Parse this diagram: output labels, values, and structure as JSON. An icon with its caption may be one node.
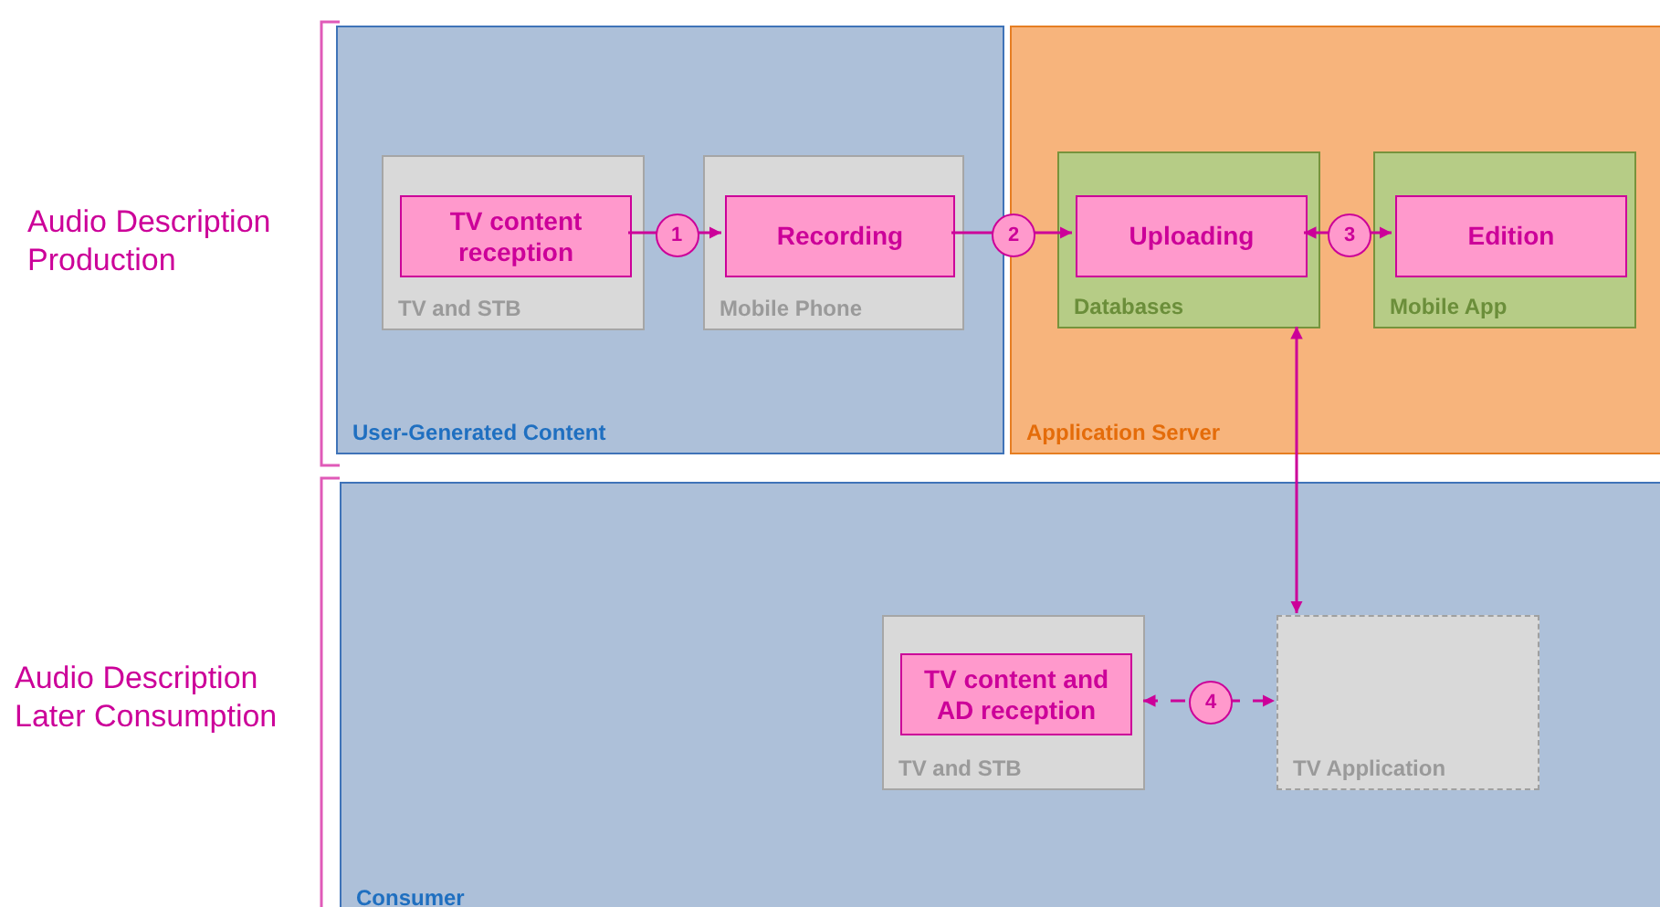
{
  "diagram": {
    "nodes": [
      {
        "text": [
          "User-Generated Content"
        ]
      },
      {
        "text": [
          "TV and STB"
        ],
        "in": 0
      },
      {
        "text": [
          "TV content reception"
        ],
        "in": 1
      },
      {
        "text": [
          "Mobile Phone"
        ],
        "in": 0
      },
      {
        "text": [
          "Recording"
        ],
        "in": 3
      },
      {
        "text": [
          "Application Server"
        ]
      },
      {
        "text": [
          "Databases"
        ],
        "in": 5
      },
      {
        "text": [
          "Uploading"
        ],
        "in": 6
      },
      {
        "text": [
          "Mobile App"
        ],
        "in": 5
      },
      {
        "text": [
          "Edition"
        ],
        "in": 8
      },
      {
        "text": [
          "Consumer"
        ]
      },
      {
        "text": [
          "TV and STB"
        ],
        "in": 10
      },
      {
        "text": [
          "TV content and AD reception"
        ],
        "in": 11
      },
      {
        "text": [
          "TV Application"
        ],
        "in": 10
      }
    ],
    "edges": [
      {
        "from": 2,
        "to": 4,
        "arrow": "to",
        "label": "1"
      },
      {
        "from": 4,
        "to": 7,
        "arrow": "to",
        "label": "2"
      },
      {
        "from": 7,
        "to": 9,
        "arrow": "both",
        "label": "3"
      },
      {
        "from": 6,
        "to": 13,
        "arrow": "both"
      },
      {
        "from": 11,
        "to": 13,
        "arrow": "both",
        "label": "4",
        "style": "dashed"
      }
    ],
    "labels": [
      "Audio Description Production",
      "Audio Description Later Consumption"
    ]
  }
}
